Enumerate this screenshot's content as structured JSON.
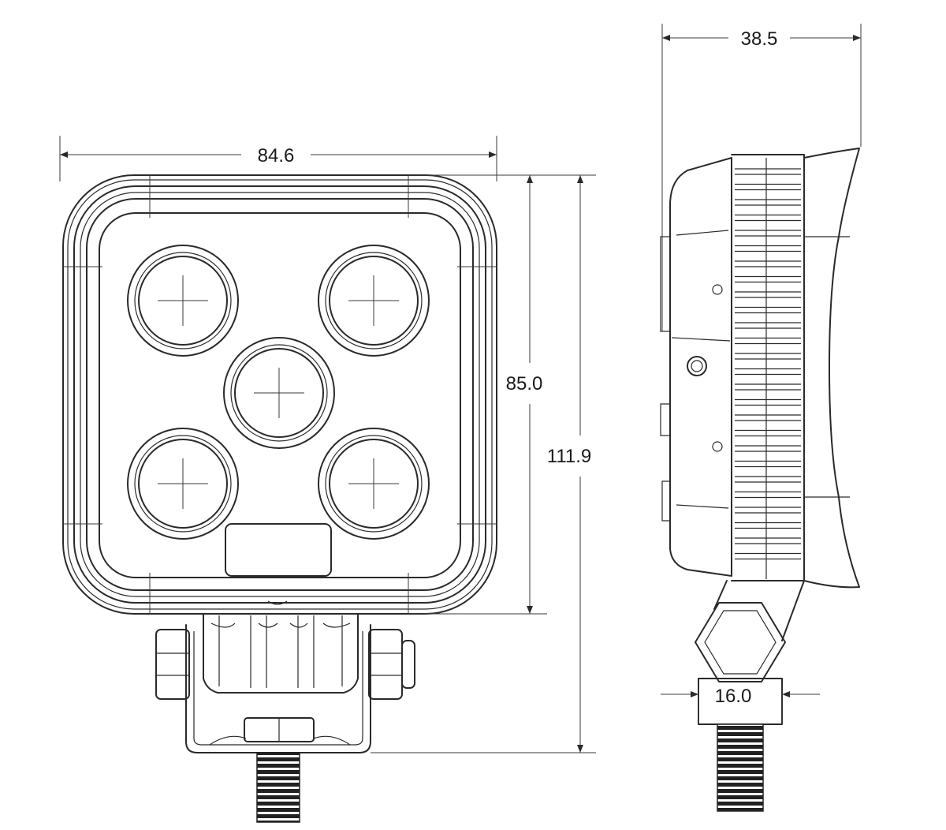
{
  "dimensions": {
    "body_width": "84.6",
    "body_height": "85.0",
    "overall_height": "111.9",
    "depth": "38.5",
    "bolt_width": "16.0"
  },
  "colors": {
    "line": "#2a2a2a",
    "background": "#ffffff",
    "thread": "#222222"
  }
}
